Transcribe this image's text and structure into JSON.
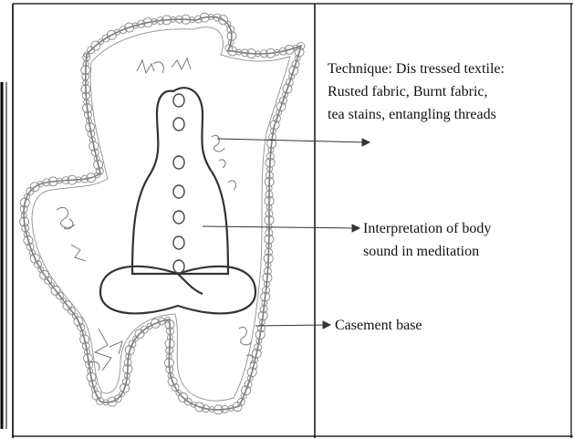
{
  "annotations": {
    "technique": {
      "line1": "Technique: Dis tressed textile:",
      "line2": "Rusted fabric, Burnt fabric,",
      "line3": "tea stains, entangling threads"
    },
    "interpretation": {
      "line1": "Interpretation of body",
      "line2": "sound in meditation"
    },
    "base": {
      "line1": "Casement base"
    }
  },
  "colors": {
    "ink": "#111111",
    "sketch": "#6e6e6e",
    "frame": "#000000",
    "background": "#ffffff"
  }
}
